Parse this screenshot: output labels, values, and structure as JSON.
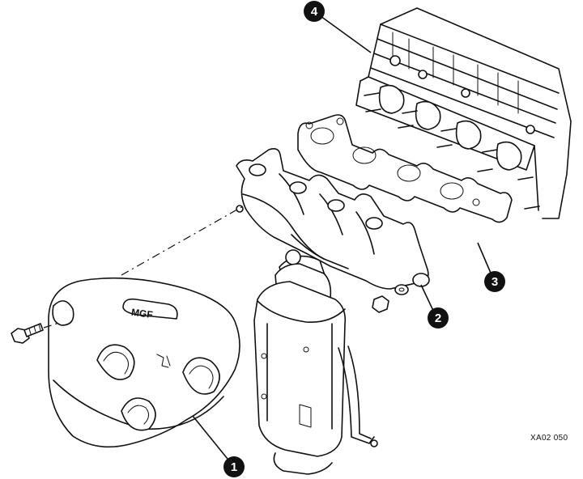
{
  "callouts": [
    {
      "id": "1",
      "label": "1"
    },
    {
      "id": "2",
      "label": "2"
    },
    {
      "id": "3",
      "label": "3"
    },
    {
      "id": "4",
      "label": "4"
    }
  ],
  "heat_shield": {
    "logo_text": "MGF"
  },
  "reference_code": "XA02 050"
}
